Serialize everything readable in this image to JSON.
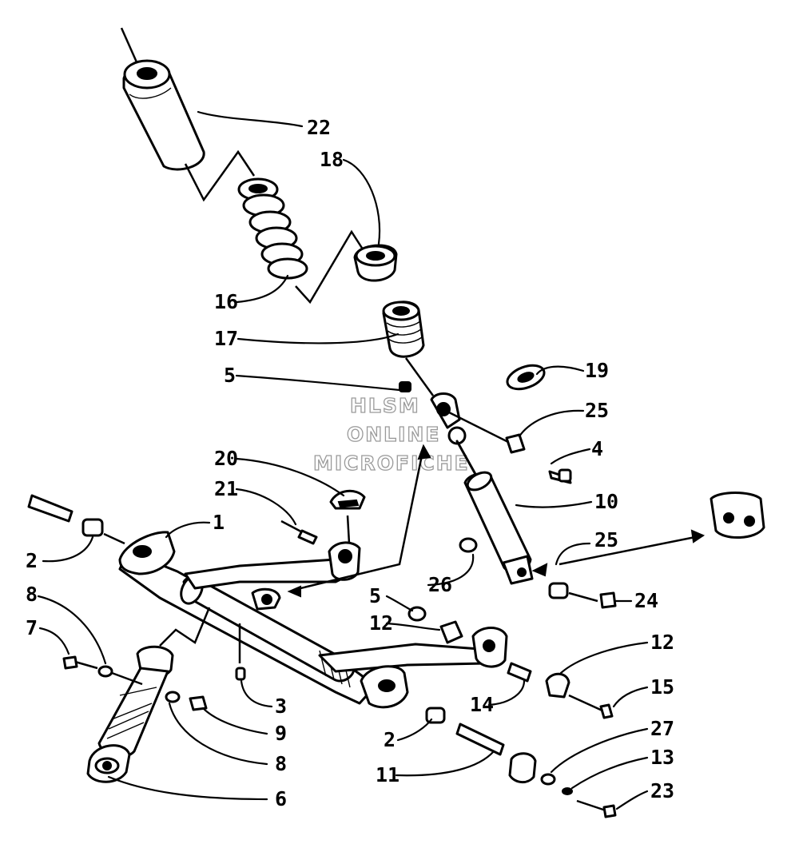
{
  "watermark": [
    "HLSM",
    "ONLINE",
    "MICROFICHE"
  ],
  "callouts": [
    "22",
    "18",
    "16",
    "17",
    "5",
    "19",
    "25",
    "4",
    "20",
    "21",
    "1",
    "10",
    "25",
    "2",
    "26",
    "24",
    "8",
    "7",
    "5",
    "12",
    "12",
    "3",
    "15",
    "9",
    "14",
    "2",
    "27",
    "8",
    "11",
    "13",
    "6",
    "23"
  ],
  "colors": {
    "ink": "#000000",
    "paper": "#ffffff",
    "watermark": "#9a9a9a"
  }
}
